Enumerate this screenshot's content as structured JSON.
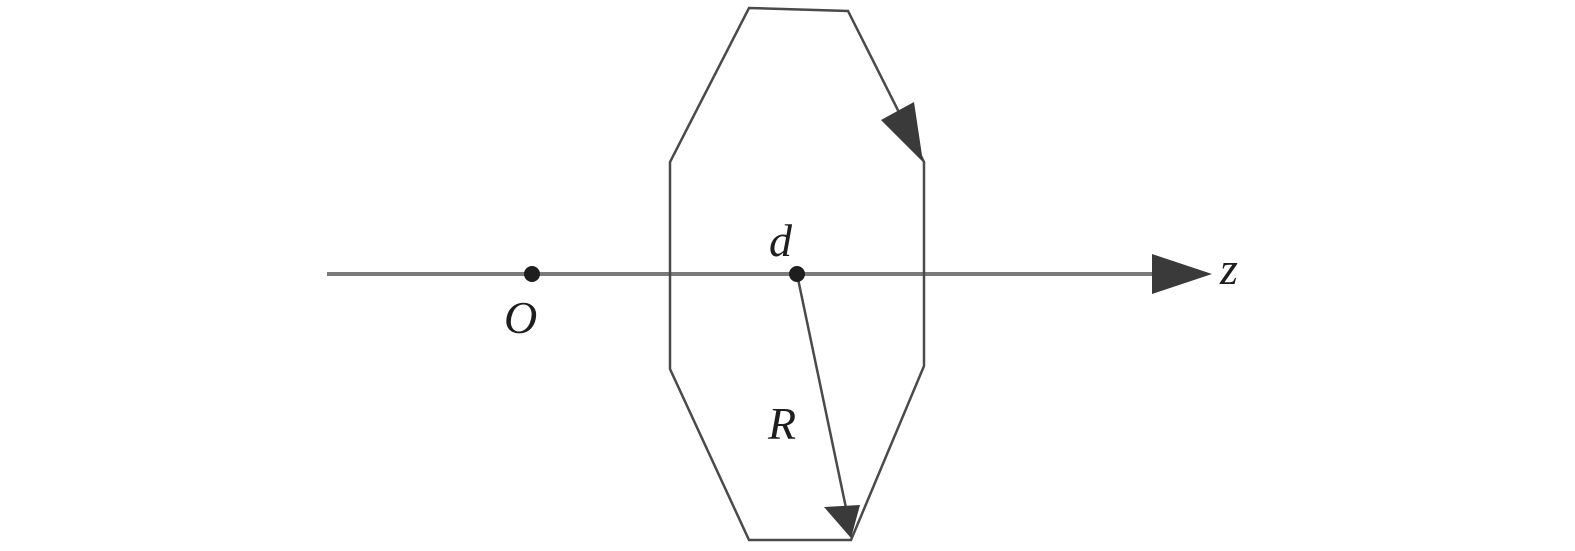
{
  "diagram": {
    "labels": {
      "origin": "O",
      "center": "d",
      "radius": "R",
      "axis": "z"
    },
    "colors": {
      "axis_line": "#7a7a7a",
      "loop_stroke": "#4a4a4a",
      "arrow_fill": "#3a3a3a",
      "point_fill": "#1e1e1e",
      "text": "#1e1e1e"
    }
  }
}
